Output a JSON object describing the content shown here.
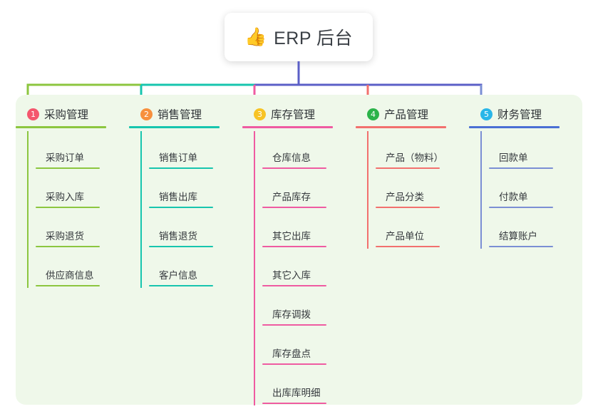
{
  "root": {
    "icon": "thumbs-up-icon",
    "icon_glyph": "👍",
    "title": "ERP 后台"
  },
  "palette": {
    "panel_bg": "#eff8ea",
    "page_bg": "#ffffff",
    "root_connector": "#5b5fc7",
    "trunk_left": "#8cc63f",
    "trunk_mid": "#17c5ae",
    "trunk_right": "#5b5fc7"
  },
  "columns": [
    {
      "index": "1",
      "badge_color": "#f4566d",
      "line_color": "#8cc63f",
      "rule_color": "#8cc63f",
      "title": "采购管理",
      "items": [
        {
          "label": "采购订单"
        },
        {
          "label": "采购入库"
        },
        {
          "label": "采购退货"
        },
        {
          "label": "供应商信息"
        }
      ]
    },
    {
      "index": "2",
      "badge_color": "#f7903d",
      "line_color": "#17c5ae",
      "rule_color": "#17c5ae",
      "title": "销售管理",
      "items": [
        {
          "label": "销售订单"
        },
        {
          "label": "销售出库"
        },
        {
          "label": "销售退货"
        },
        {
          "label": "客户信息"
        }
      ]
    },
    {
      "index": "3",
      "badge_color": "#f7c325",
      "line_color": "#ef5ba1",
      "rule_color": "#ef5ba1",
      "title": "库存管理",
      "items": [
        {
          "label": "仓库信息"
        },
        {
          "label": "产品库存"
        },
        {
          "label": "其它出库"
        },
        {
          "label": "其它入库"
        },
        {
          "label": "库存调拨"
        },
        {
          "label": "库存盘点"
        },
        {
          "label": "出库库明细"
        }
      ]
    },
    {
      "index": "4",
      "badge_color": "#2cb34a",
      "line_color": "#f2706e",
      "rule_color": "#f2706e",
      "title": "产品管理",
      "items": [
        {
          "label": "产品（物料）"
        },
        {
          "label": "产品分类"
        },
        {
          "label": "产品单位"
        }
      ]
    },
    {
      "index": "5",
      "badge_color": "#29b6e8",
      "line_color": "#7b8fd4",
      "rule_color": "#4a6fd4",
      "title": "财务管理",
      "items": [
        {
          "label": "回款单"
        },
        {
          "label": "付款单"
        },
        {
          "label": "结算账户"
        }
      ]
    }
  ]
}
